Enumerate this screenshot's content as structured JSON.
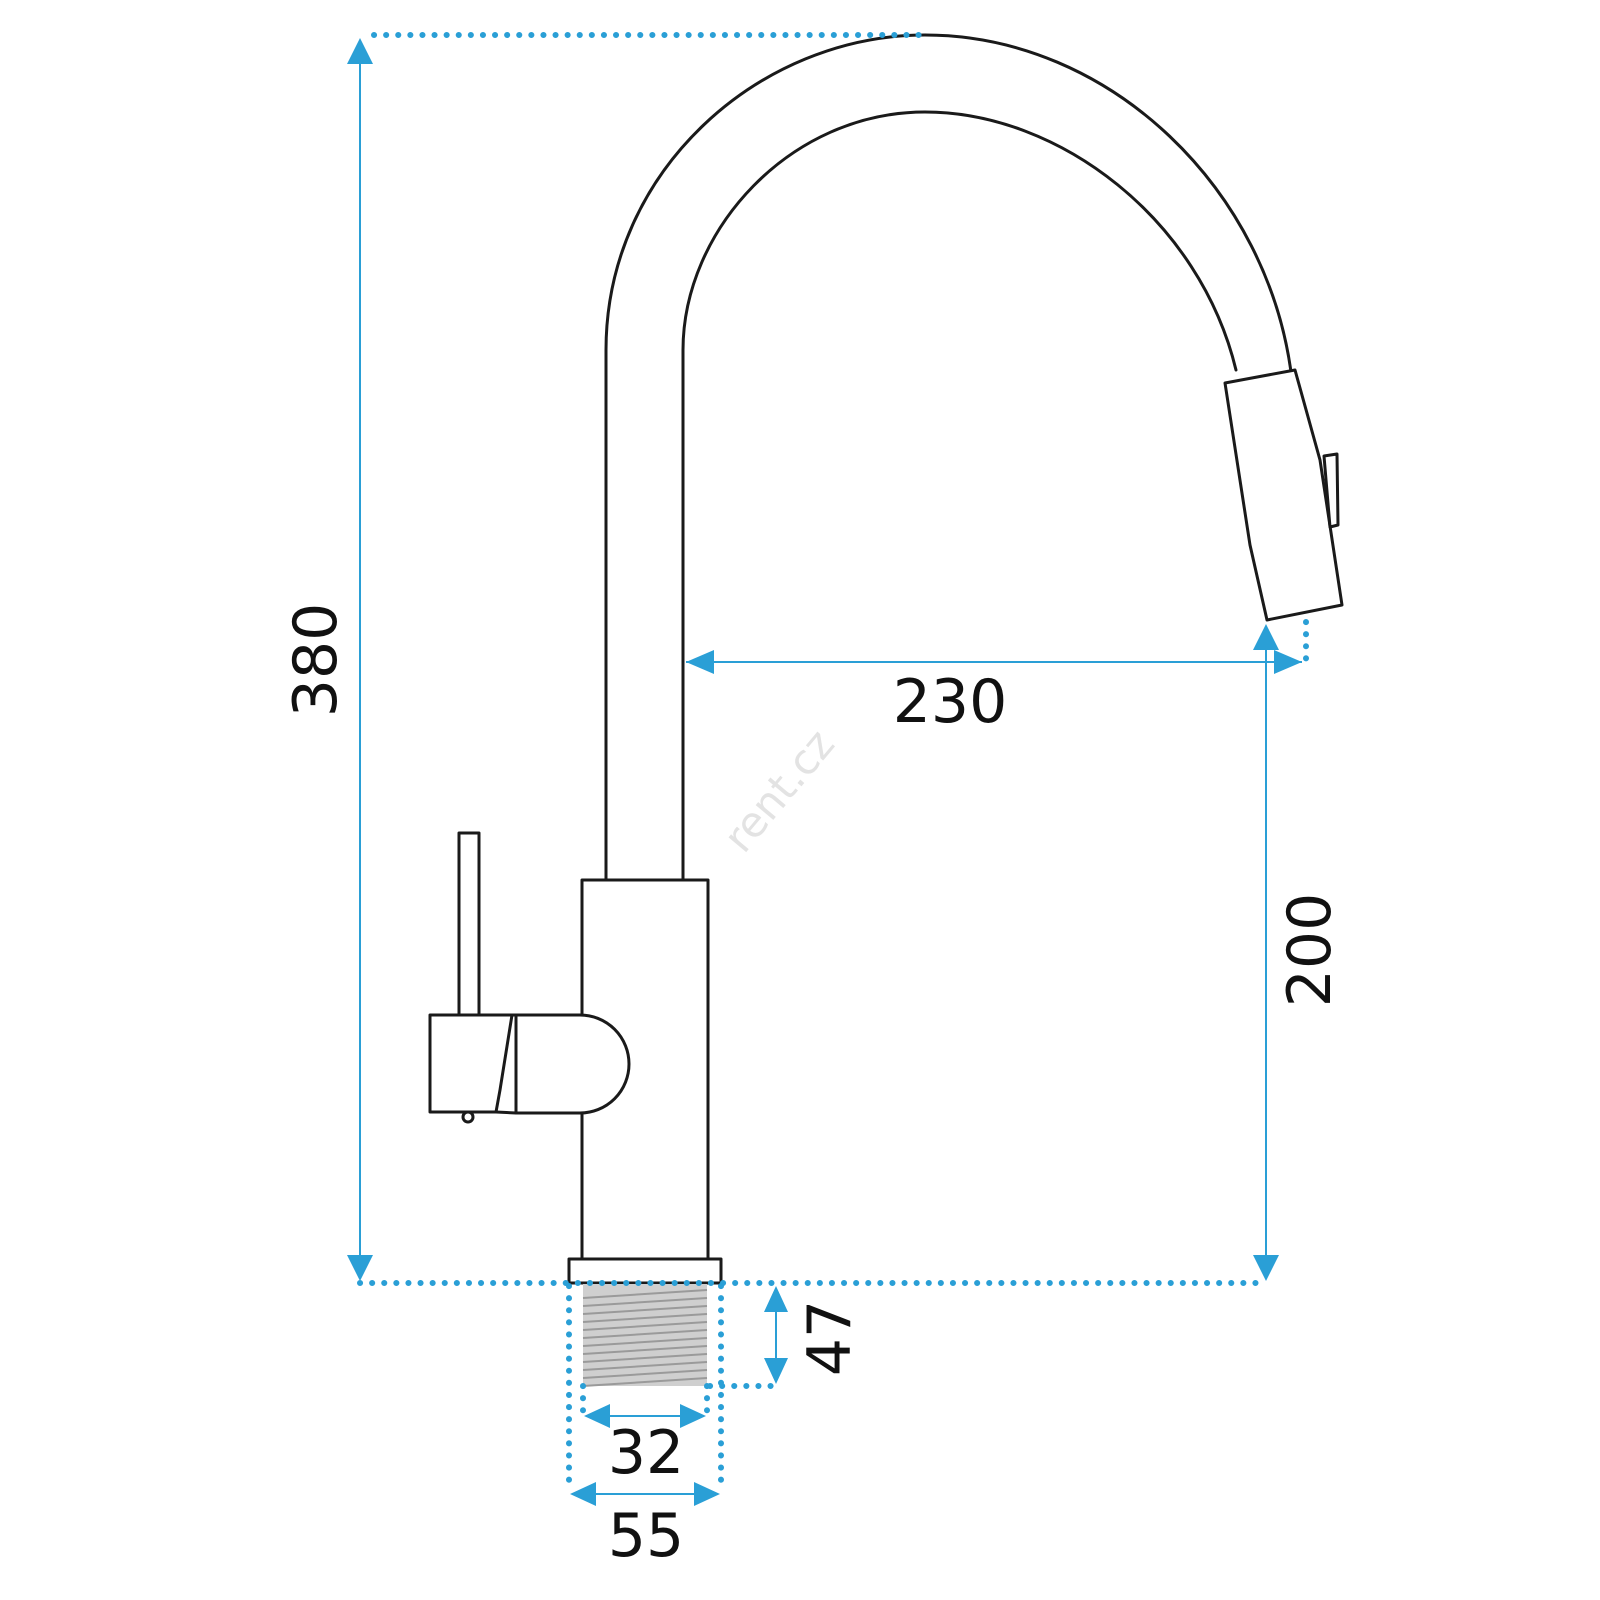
{
  "dimensions": {
    "overall_height": "380",
    "spout_reach": "230",
    "spout_clearance": "200",
    "thread_length": "47",
    "thread_diameter": "32",
    "base_diameter": "55"
  },
  "watermark": "rent.cz",
  "colors": {
    "dimension": "#2a9fd6",
    "outline": "#1a1a1a",
    "thread": "#9a9a9a"
  }
}
